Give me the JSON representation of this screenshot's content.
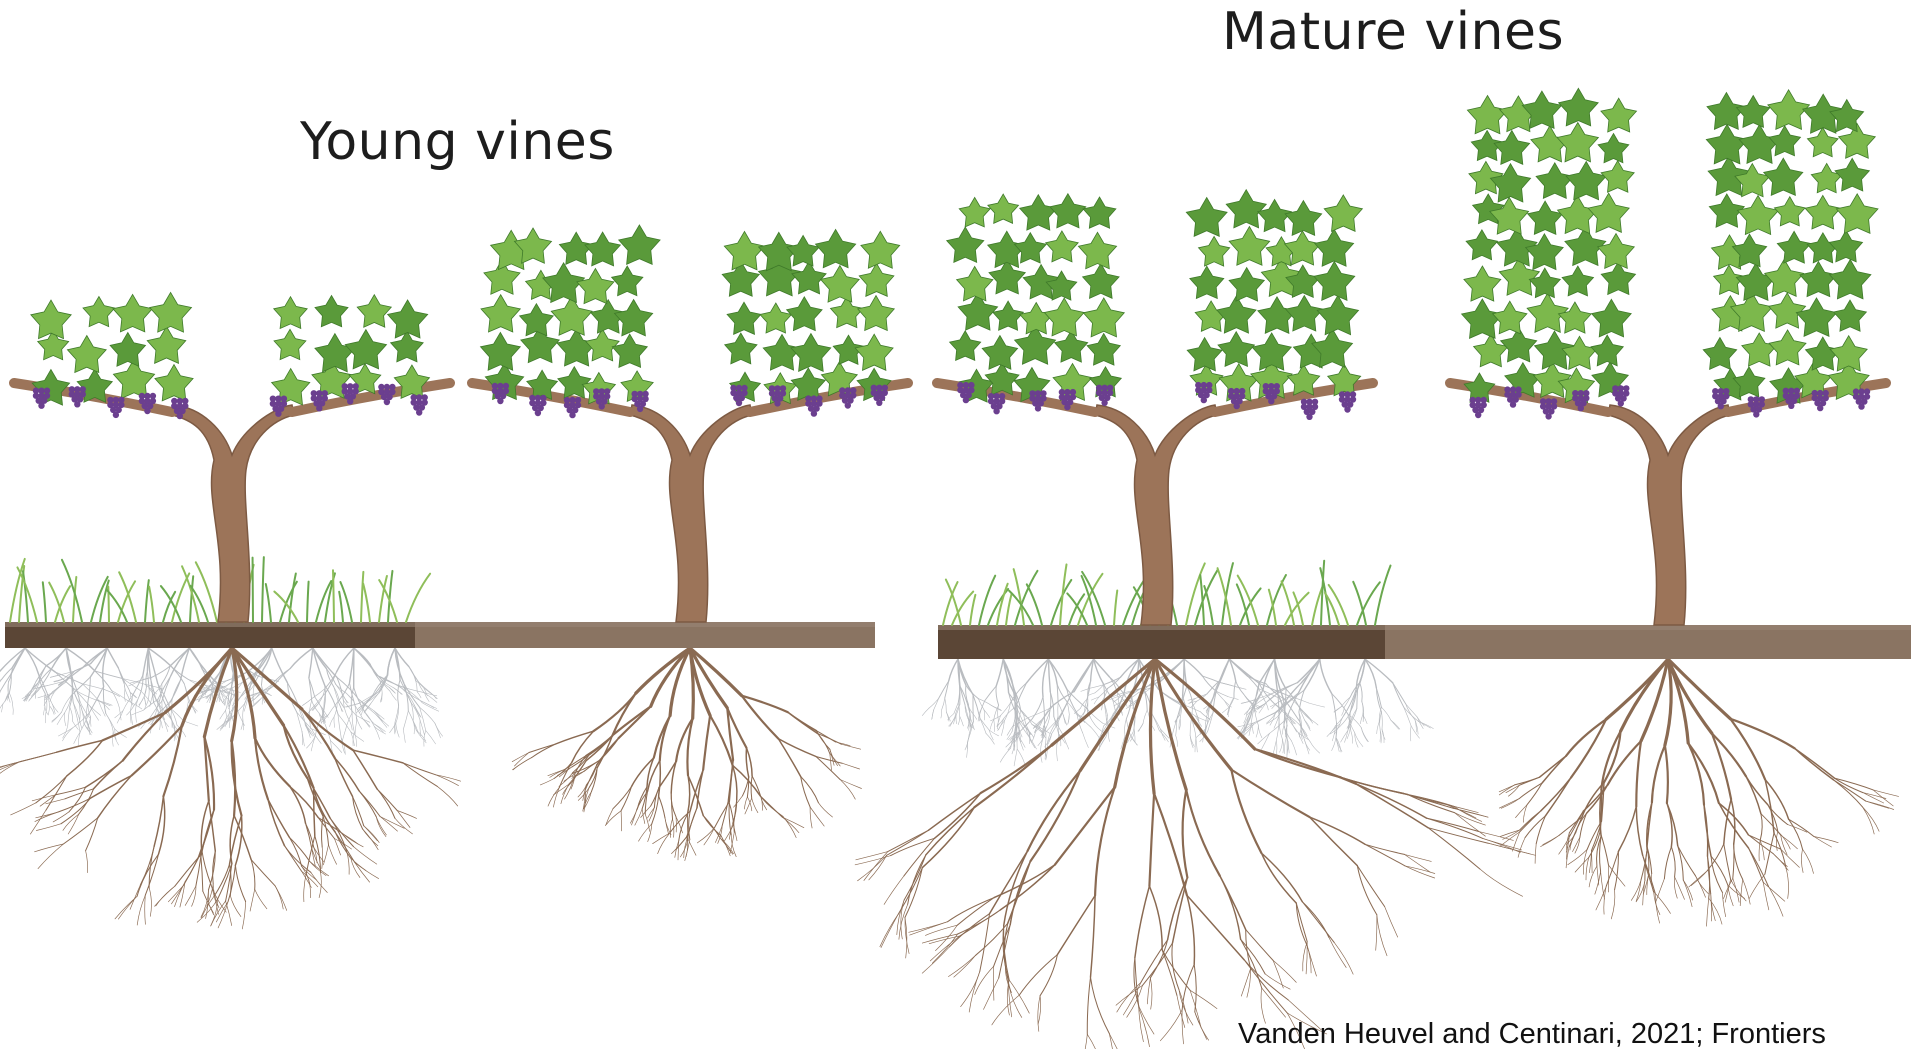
{
  "titles": {
    "young": "Young vines",
    "mature": "Mature vines"
  },
  "citation": "Vanden Heuvel and Centinari, 2021; Frontiers",
  "panels": [
    {
      "id": "young-with-cover",
      "group": "young",
      "cover_crop": true,
      "roots": "shallow-dense"
    },
    {
      "id": "young-bare-soil",
      "group": "young",
      "cover_crop": false,
      "roots": "shallow"
    },
    {
      "id": "mature-with-cover",
      "group": "mature",
      "cover_crop": true,
      "roots": "deep-dense"
    },
    {
      "id": "mature-bare-soil",
      "group": "mature",
      "cover_crop": false,
      "roots": "deep"
    }
  ],
  "colors": {
    "trunk": "#9c7459",
    "trunk_dark": "#7d5a43",
    "leaf": "#5a9a3a",
    "leaf_light": "#7cb84c",
    "grape": "#6b3f8f",
    "soil_dark": "#5b4636",
    "soil_light": "#8a7462",
    "grass": "#6aa84f",
    "fine_roots": "#b9bcc0",
    "roots": "#8a6a52"
  }
}
